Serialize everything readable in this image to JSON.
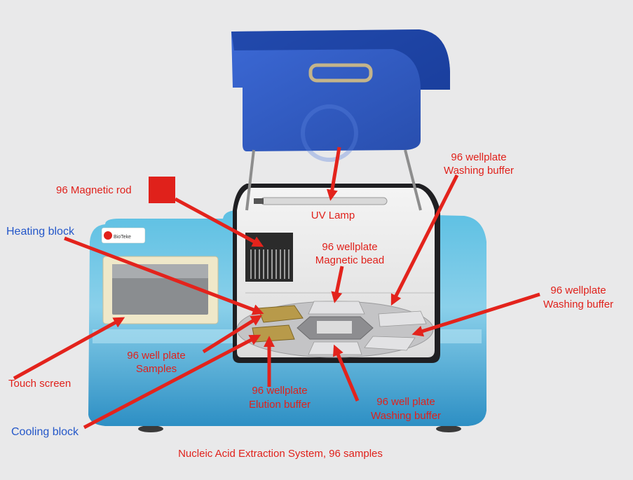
{
  "colors": {
    "label_red": "#e0211b",
    "label_blue": "#2457c9",
    "arrow": "#e3231c",
    "lid_blue": "#1f4fc0",
    "body_teal": "#3fa5cf"
  },
  "device": {
    "logo_text": "BioTeke"
  },
  "labels": {
    "magnetic_rod": "96 Magnetic rod",
    "heating_block": "Heating block",
    "uv_lamp": "UV Lamp",
    "wash_top_1": "96 wellplate",
    "wash_top_2": "Washing buffer",
    "mag_bead_1": "96 wellplate",
    "mag_bead_2": "Magnetic bead",
    "wash_right_1": "96 wellplate",
    "wash_right_2": "Washing buffer",
    "samples_1": "96 well plate",
    "samples_2": "Samples",
    "touch_screen": "Touch screen",
    "elution_1": "96 wellplate",
    "elution_2": "Elution buffer",
    "wash_bottom_1": "96 well plate",
    "wash_bottom_2": "Washing buffer",
    "cooling_block": "Cooling block",
    "caption": "Nucleic Acid Extraction System, 96 samples"
  }
}
